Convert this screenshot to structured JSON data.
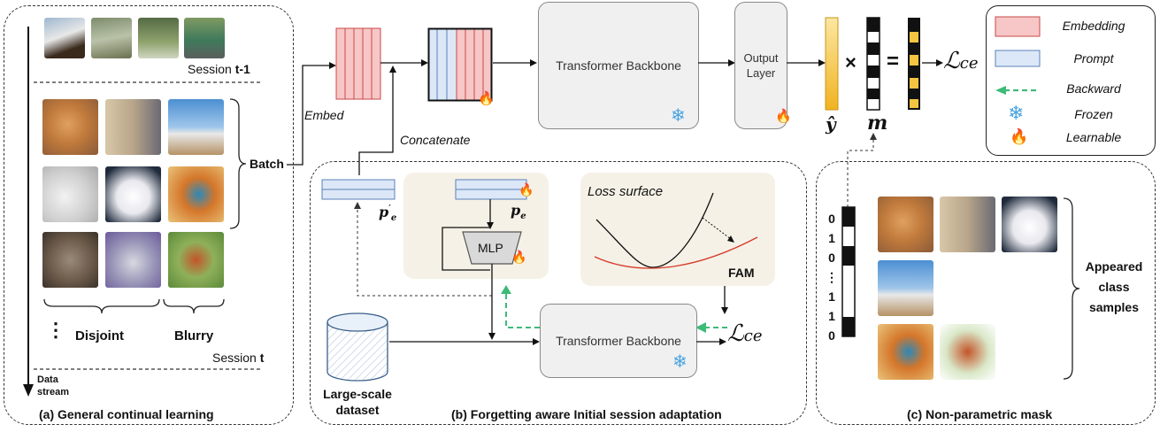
{
  "panel_a": {
    "session_prev": "Session",
    "session_prev_num": "t-1",
    "batch": "Batch",
    "disjoint": "Disjoint",
    "blurry": "Blurry",
    "ellipsis": "⋮",
    "session_cur": "Session",
    "session_cur_num": "t",
    "data_stream": "Data\nstream",
    "data_stream_l1": "Data",
    "data_stream_l2": "stream",
    "caption": "(a) General continual learning"
  },
  "top": {
    "embed": "Embed",
    "concatenate": "Concatenate",
    "transformer": "Transformer Backbone",
    "output_l1": "Output",
    "output_l2": "Layer",
    "times": "×",
    "equals": "=",
    "yhat": "ŷ",
    "m": "m",
    "loss": "ℒ",
    "loss_sub": "ce"
  },
  "legend": {
    "embedding": "Embedding",
    "prompt": "Prompt",
    "backward": "Backward",
    "frozen": "Frozen",
    "learnable": "Learnable"
  },
  "panel_b": {
    "pe_prime": "p",
    "pe_prime_sup": "′",
    "pe_sub": "e",
    "pe": "p",
    "mlp": "MLP",
    "loss_surface": "Loss surface",
    "fam": "FAM",
    "transformer": "Transformer Backbone",
    "loss": "ℒ",
    "loss_sub": "ce",
    "dataset_l1": "Large-scale",
    "dataset_l2": "dataset",
    "caption": "(b) Forgetting aware Initial session adaptation"
  },
  "panel_c": {
    "mask_bits": [
      "0",
      "1",
      "0",
      "⋮",
      "1",
      "1",
      "0"
    ],
    "appeared_l1": "Appeared",
    "appeared_l2": "class",
    "appeared_l3": "samples",
    "caption": "(c) Non-parametric mask"
  },
  "colors": {
    "embedding_fill": "#f7c6c6",
    "embedding_stroke": "#c94a4a",
    "prompt_fill": "#dce8f8",
    "prompt_stroke": "#5a80b8",
    "backward": "#3dbb78",
    "yhat_fill": "#f5c542",
    "panel_bg": "#f5f1e6"
  }
}
